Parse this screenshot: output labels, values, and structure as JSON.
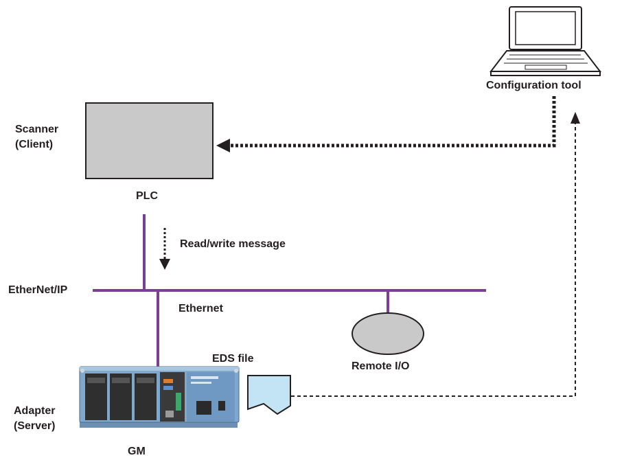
{
  "labels": {
    "scanner_line1": "Scanner",
    "scanner_line2": "(Client)",
    "plc": "PLC",
    "read_write": "Read/write message",
    "ethernet_ip": "EtherNet/IP",
    "ethernet": "Ethernet",
    "eds_file": "EDS file",
    "remote_io": "Remote I/O",
    "adapter_line1": "Adapter",
    "adapter_line2": "(Server)",
    "gm": "GM",
    "config_tool": "Configuration tool"
  },
  "colors": {
    "network_line": "#7b3f98",
    "plc_fill": "#c9c9c9",
    "remote_io_fill": "#c9c9c9",
    "eds_fill": "#c3e4f4",
    "device_body": "#7fa8cc",
    "arrow": "#231f20"
  },
  "icons": {
    "laptop": "laptop-icon",
    "gm_device": "gm-device-image",
    "eds_doc": "document-icon"
  }
}
